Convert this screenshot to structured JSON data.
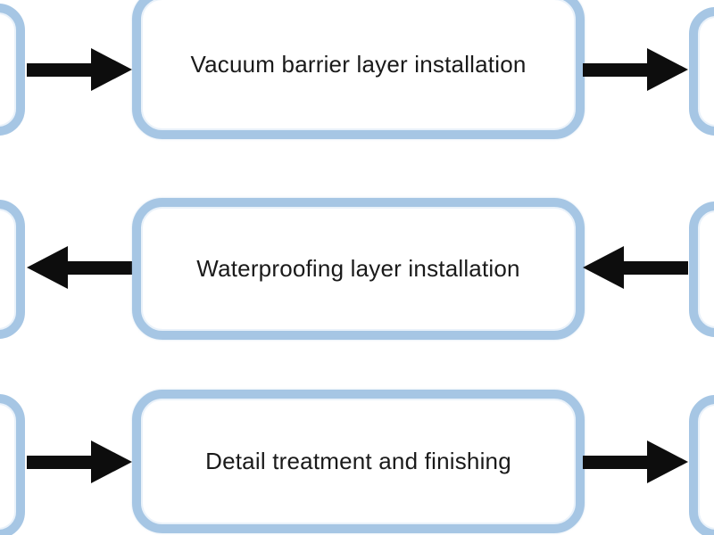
{
  "flowchart": {
    "type": "process-flow",
    "flow_pattern": "serpentine",
    "colors": {
      "background": "#ffffff",
      "box_border": "#a6c6e4",
      "box_fill": "#ffffff",
      "arrow": "#0d0d0d",
      "text": "#1a1a1a"
    },
    "rows": [
      {
        "label": "Vacuum barrier layer installation",
        "arrow_direction": "right",
        "left_edge_stub": true,
        "right_edge_stub": true
      },
      {
        "label": "Waterproofing layer installation",
        "arrow_direction": "left",
        "left_edge_stub": true,
        "right_edge_stub": true
      },
      {
        "label": "Detail treatment and finishing",
        "arrow_direction": "right",
        "left_edge_stub": true,
        "right_edge_stub": true
      }
    ]
  }
}
